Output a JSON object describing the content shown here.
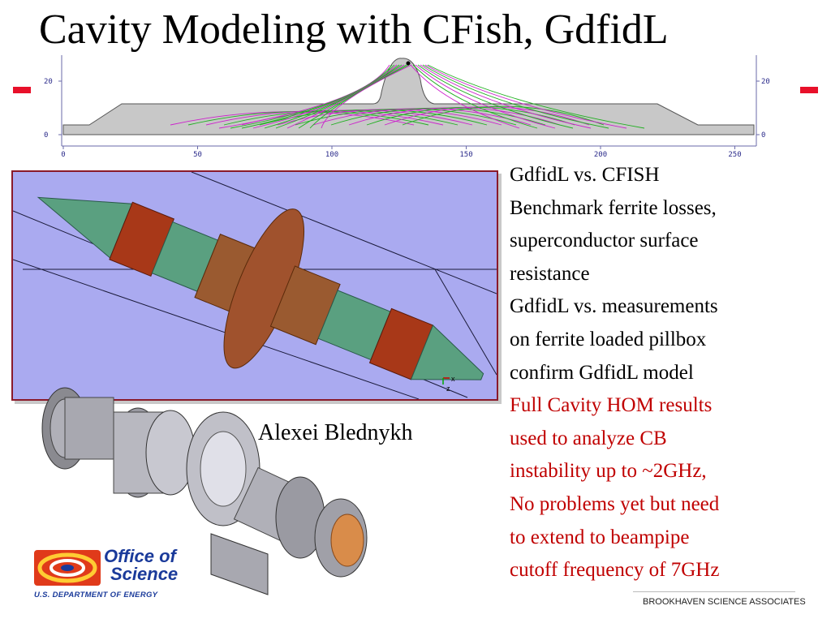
{
  "slide": {
    "title": "Cavity Modeling with CFish, GdfidL",
    "author": "Alexei Blednykh",
    "footer": "BROOKHAVEN SCIENCE ASSOCIATES"
  },
  "field_plot": {
    "x_ticks": [
      "0",
      "50",
      "100",
      "150",
      "200",
      "250"
    ],
    "y_ticks_left": [
      "0",
      "20"
    ],
    "y_ticks_right": [
      "0",
      "20"
    ]
  },
  "bullets": [
    {
      "text": "GdfidL vs. CFISH",
      "color": "black"
    },
    {
      "text": "Benchmark ferrite losses,",
      "color": "black"
    },
    {
      "text": "superconductor surface",
      "color": "black"
    },
    {
      "text": "resistance",
      "color": "black"
    },
    {
      "text": "GdfidL vs. measurements",
      "color": "black"
    },
    {
      "text": "on ferrite loaded pillbox",
      "color": "black"
    },
    {
      "text": "confirm GdfidL model",
      "color": "black"
    },
    {
      "text": "Full Cavity HOM results",
      "color": "red"
    },
    {
      "text": "used to analyze CB",
      "color": "red"
    },
    {
      "text": "instability up to ~2GHz,",
      "color": "red"
    },
    {
      "text": "No problems yet but need",
      "color": "red"
    },
    {
      "text": "to extend to beampipe",
      "color": "red"
    },
    {
      "text": "cutoff frequency of 7GHz",
      "color": "red"
    }
  ],
  "logo": {
    "line1": "Office of",
    "line2": "Science",
    "line3": "U.S. DEPARTMENT OF ENERGY"
  },
  "render_axes": {
    "x": "x",
    "z": "z"
  },
  "colors": {
    "text_red": "#c00000",
    "accent_red": "#e8102a",
    "field_green": "#20b020",
    "field_magenta": "#cc22cc",
    "render_bg": "#aaaaf0",
    "logo_blue": "#1a3a9a"
  }
}
